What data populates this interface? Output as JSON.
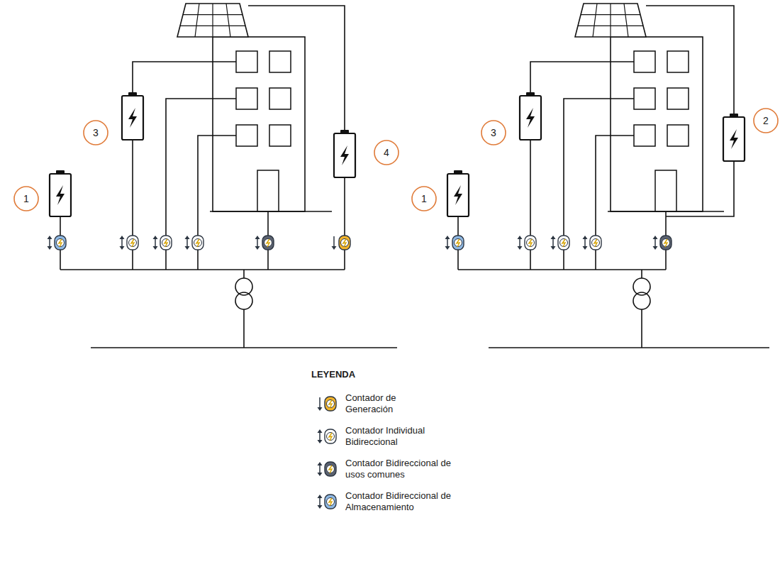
{
  "diagram": {
    "labels": [
      "1",
      "3",
      "4",
      "1",
      "3",
      "2",
      "LEYENDA"
    ],
    "legend": [
      {
        "text": "Contador de Generación",
        "color": "#f2b32a"
      },
      {
        "text": "Contador Individual Bidireccional",
        "color": "#ffffff"
      },
      {
        "text": "Contador Bidireccional de usos comunes",
        "color": "#5b6270"
      },
      {
        "text": "Contador Bidireccional de Almacenamiento",
        "color": "#8fb8e3"
      }
    ]
  }
}
